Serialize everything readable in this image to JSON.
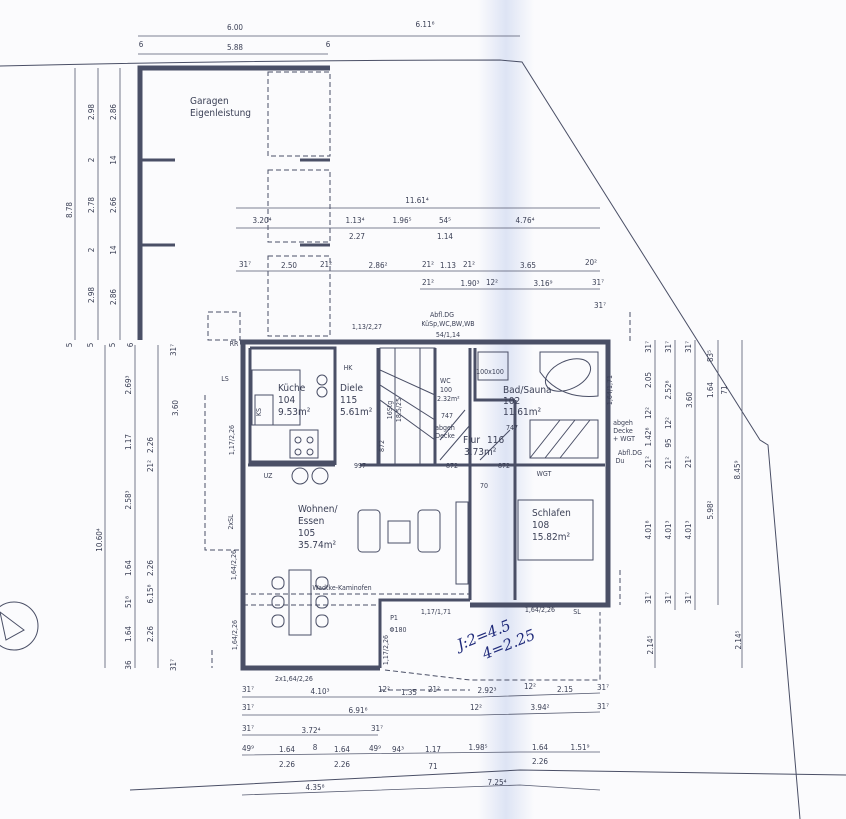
{
  "colors": {
    "ink": "#3a3f55",
    "handwriting": "#1f2a7a",
    "paper": "#fbfbfd"
  },
  "rooms": {
    "garage": {
      "name": "Garagen",
      "sub": "Eigenleistung"
    },
    "kueche": {
      "name": "Küche",
      "number": "104",
      "area": "9.53m²"
    },
    "diele": {
      "name": "Diele",
      "number": "115",
      "area": "5.61m²"
    },
    "wc": {
      "name": "WC",
      "number": "100",
      "area": "2.32m²"
    },
    "bad": {
      "name": "Bad/Sauna",
      "number": "102",
      "area": "11.61m²"
    },
    "flur": {
      "name": "Flur",
      "number": "116",
      "area": "3.73m²"
    },
    "wohnen": {
      "name": "Wohnen/",
      "name2": "Essen",
      "number": "105",
      "area": "35.74m²"
    },
    "schlafen": {
      "name": "Schlafen",
      "number": "108",
      "area": "15.82m²"
    }
  },
  "notes": {
    "abfl_dg": "Abfl.DG",
    "kusp": "KüSp,WC,BW,WB",
    "kusp_size": "54/1,14",
    "door_diele": "1,13/2,27",
    "shower": "100x100",
    "hk": "HK",
    "ks": "KS",
    "ls": "LS",
    "uz": "UZ",
    "rr": "RR",
    "sl": "SL",
    "wgt": "WGT",
    "abgeh1": "abgeh",
    "abgeh2": "Decke",
    "abgeh_right1": "abgeh",
    "abgeh_right2": "Decke",
    "abgeh_right3": "+ WGT",
    "abfl_du1": "Abfl.DG",
    "abfl_du2": "Du",
    "kamin": "Wadtke-Kaminofen",
    "flue": "Φ180",
    "p1": "P1",
    "n997": "997",
    "n872a": "872",
    "n872b": "872",
    "n747a": "747",
    "n747b": "747",
    "n872c": "872",
    "stairs": "16Stg",
    "stairs2": "18.5/25",
    "n70": "70",
    "win_bad": "1,64/1,71",
    "win_k": "1,17/2,26",
    "win_w": "1,64/2,26",
    "win_w2": "1,64/2,26",
    "win_s": "1,64/2,26",
    "win_bottom": "2x1,64/2,26",
    "door_t": "1,17/1,71",
    "door_t2": "1,17/2,26",
    "two_sl": "2xSL"
  },
  "handwritten": {
    "line1": "J:2=4.5",
    "line2": "4=2.25"
  },
  "dims": {
    "top": [
      "6.00",
      "6.11⁶",
      "6",
      "5.88",
      "6"
    ],
    "row1": [
      "11.61⁴"
    ],
    "row2": [
      "3.20⁴",
      "1.13⁴",
      "1.96⁵",
      "54⁵",
      "4.76⁴",
      "2.27",
      "1.14"
    ],
    "row3": [
      "31⁷",
      "2.50",
      "21²",
      "2.86²",
      "21²",
      "1.13",
      "21²",
      "3.65",
      "20²"
    ],
    "row4": [
      "21²",
      "1.90³",
      "12²",
      "3.16⁹",
      "31⁷",
      "31⁷"
    ],
    "left_garage": [
      "8.78",
      "2.98",
      "2",
      "2.78",
      "2",
      "2.98",
      "2.86",
      "14",
      "2.66",
      "14",
      "2.86",
      "5",
      "5",
      "5",
      "6"
    ],
    "left_house": [
      "10.60⁴",
      "2.69³",
      "1.17",
      "2.58³",
      "1.64",
      "51⁸",
      "1.64",
      "36",
      "3.60",
      "2.26",
      "21²",
      "2.26",
      "6.15⁸",
      "2.26",
      "31⁷",
      "31⁷"
    ],
    "right": [
      "31⁷",
      "2.05",
      "12²",
      "1.42⁸",
      "21²",
      "4.01⁸",
      "31⁷",
      "2.14⁵",
      "31⁷",
      "2.52⁸",
      "12²",
      "95",
      "21²",
      "4.01³",
      "31⁷",
      "31⁷",
      "3.60",
      "21²",
      "4.01³",
      "31⁷",
      "83⁵",
      "1.64",
      "71",
      "5.98²",
      "8.45⁹",
      "2.14⁵"
    ],
    "bottom1": [
      "31⁷",
      "4.10³",
      "12²",
      "1.35",
      "21²",
      "2.92³",
      "12²",
      "2.15",
      "31⁷"
    ],
    "bottom2": [
      "31⁷",
      "6.91⁶",
      "12²",
      "3.94²",
      "31⁷"
    ],
    "bottom3": [
      "31⁷",
      "3.72⁴",
      "31⁷"
    ],
    "bottom4": [
      "49⁹",
      "1.64",
      "8",
      "1.64",
      "49⁹",
      "94³",
      "1.17",
      "1.98⁵",
      "1.64",
      "1.51⁹"
    ],
    "bottom5": [
      "2.26",
      "2.26",
      "71",
      "2.26"
    ],
    "bottom6": [
      "4.35⁸",
      "7.25⁴"
    ]
  }
}
